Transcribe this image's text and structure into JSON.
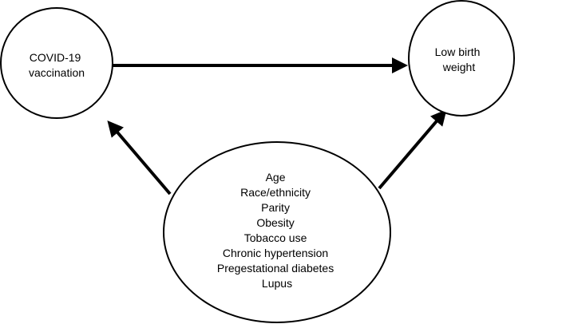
{
  "diagram": {
    "nodes": {
      "exposure": {
        "lines": [
          "COVID-19",
          "vaccination"
        ]
      },
      "outcome": {
        "lines": [
          "Low birth",
          "weight"
        ]
      },
      "confounders": {
        "lines": [
          "Age",
          "Race/ethnicity",
          "Parity",
          "Obesity",
          "Tobacco use",
          "Chronic hypertension",
          "Pregestational diabetes",
          "Lupus"
        ]
      }
    },
    "edges": [
      {
        "from": "exposure",
        "to": "outcome"
      },
      {
        "from": "confounders",
        "to": "exposure"
      },
      {
        "from": "confounders",
        "to": "outcome"
      }
    ],
    "colors": {
      "stroke": "#000000",
      "fill": "#ffffff"
    }
  }
}
